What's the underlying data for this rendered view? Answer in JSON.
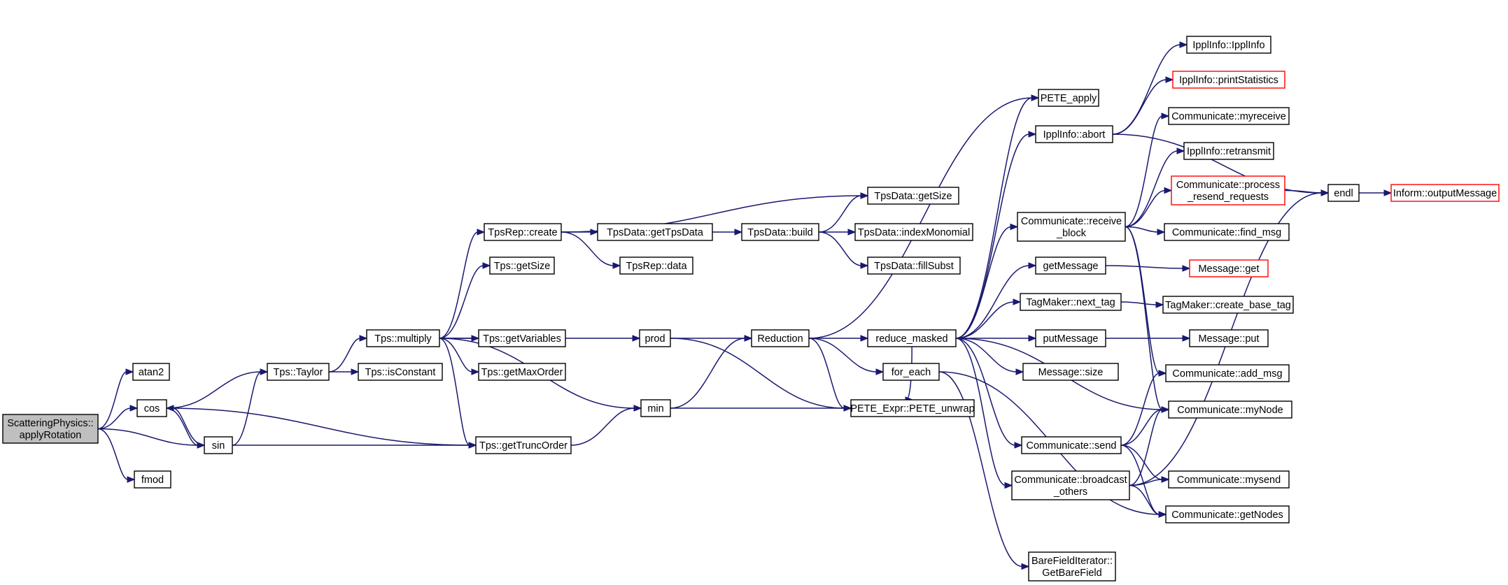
{
  "colors": {
    "edge": "#191970",
    "node_border": "#000000",
    "node_fill": "#ffffff",
    "incomplete_border": "#ff0000",
    "root_fill": "#bfbfbf",
    "text": "#000000"
  },
  "nodes": [
    {
      "id": "root",
      "lines": [
        "ScatteringPhysics::",
        "applyRotation"
      ],
      "style": "root"
    },
    {
      "id": "atan2",
      "lines": [
        "atan2"
      ]
    },
    {
      "id": "cos",
      "lines": [
        "cos"
      ]
    },
    {
      "id": "sin",
      "lines": [
        "sin"
      ]
    },
    {
      "id": "fmod",
      "lines": [
        "fmod"
      ]
    },
    {
      "id": "taylor",
      "lines": [
        "Tps::Taylor"
      ]
    },
    {
      "id": "isconst",
      "lines": [
        "Tps::isConstant"
      ]
    },
    {
      "id": "multiply",
      "lines": [
        "Tps::multiply"
      ]
    },
    {
      "id": "trunc",
      "lines": [
        "Tps::getTruncOrder"
      ]
    },
    {
      "id": "tpsrepcreate",
      "lines": [
        "TpsRep::create"
      ]
    },
    {
      "id": "getsize",
      "lines": [
        "Tps::getSize"
      ]
    },
    {
      "id": "getvars",
      "lines": [
        "Tps::getVariables"
      ]
    },
    {
      "id": "getmax",
      "lines": [
        "Tps::getMaxOrder"
      ]
    },
    {
      "id": "prod",
      "lines": [
        "prod"
      ]
    },
    {
      "id": "min",
      "lines": [
        "min"
      ]
    },
    {
      "id": "gettpsdata",
      "lines": [
        "TpsData::getTpsData"
      ]
    },
    {
      "id": "tpsrepdata",
      "lines": [
        "TpsRep::data"
      ]
    },
    {
      "id": "build",
      "lines": [
        "TpsData::build"
      ]
    },
    {
      "id": "tdgetsize",
      "lines": [
        "TpsData::getSize"
      ]
    },
    {
      "id": "indexmono",
      "lines": [
        "TpsData::indexMonomial"
      ]
    },
    {
      "id": "fillsubst",
      "lines": [
        "TpsData::fillSubst"
      ]
    },
    {
      "id": "reduction",
      "lines": [
        "Reduction"
      ]
    },
    {
      "id": "unwrap",
      "lines": [
        "PETE_Expr::PETE_unwrap"
      ]
    },
    {
      "id": "redmasked",
      "lines": [
        "reduce_masked"
      ]
    },
    {
      "id": "foreach",
      "lines": [
        "for_each"
      ]
    },
    {
      "id": "peteapply",
      "lines": [
        "PETE_apply"
      ]
    },
    {
      "id": "abort",
      "lines": [
        "IpplInfo::abort"
      ]
    },
    {
      "id": "recvblock",
      "lines": [
        "Communicate::receive",
        "_block"
      ]
    },
    {
      "id": "getmessage",
      "lines": [
        "getMessage"
      ]
    },
    {
      "id": "nexttag",
      "lines": [
        "TagMaker::next_tag"
      ]
    },
    {
      "id": "putmessage",
      "lines": [
        "putMessage"
      ]
    },
    {
      "id": "msgsize",
      "lines": [
        "Message::size"
      ]
    },
    {
      "id": "send",
      "lines": [
        "Communicate::send"
      ]
    },
    {
      "id": "bcast",
      "lines": [
        "Communicate::broadcast",
        "_others"
      ]
    },
    {
      "id": "bfi",
      "lines": [
        "BareFieldIterator::",
        "GetBareField"
      ]
    },
    {
      "id": "ipplinfo",
      "lines": [
        "IpplInfo::IpplInfo"
      ]
    },
    {
      "id": "printstats",
      "lines": [
        "IpplInfo::printStatistics"
      ],
      "style": "incomplete"
    },
    {
      "id": "myreceive",
      "lines": [
        "Communicate::myreceive"
      ]
    },
    {
      "id": "retransmit",
      "lines": [
        "IpplInfo::retransmit"
      ]
    },
    {
      "id": "processresend",
      "lines": [
        "Communicate::process",
        "_resend_requests"
      ],
      "style": "incomplete"
    },
    {
      "id": "findmsg",
      "lines": [
        "Communicate::find_msg"
      ]
    },
    {
      "id": "msgget",
      "lines": [
        "Message::get"
      ],
      "style": "incomplete"
    },
    {
      "id": "createbasetag",
      "lines": [
        "TagMaker::create_base_tag"
      ]
    },
    {
      "id": "msgput",
      "lines": [
        "Message::put"
      ]
    },
    {
      "id": "addmsg",
      "lines": [
        "Communicate::add_msg"
      ]
    },
    {
      "id": "mynode",
      "lines": [
        "Communicate::myNode"
      ]
    },
    {
      "id": "mysend",
      "lines": [
        "Communicate::mysend"
      ]
    },
    {
      "id": "getnodes",
      "lines": [
        "Communicate::getNodes"
      ]
    },
    {
      "id": "endl",
      "lines": [
        "endl"
      ]
    },
    {
      "id": "outputmsg",
      "lines": [
        "Inform::outputMessage"
      ],
      "style": "incomplete"
    }
  ],
  "edges": [
    [
      "root",
      "atan2"
    ],
    [
      "root",
      "cos"
    ],
    [
      "root",
      "sin"
    ],
    [
      "root",
      "fmod"
    ],
    [
      "cos",
      "taylor"
    ],
    [
      "cos",
      "sin"
    ],
    [
      "cos",
      "trunc"
    ],
    [
      "sin",
      "cos"
    ],
    [
      "sin",
      "taylor"
    ],
    [
      "sin",
      "trunc"
    ],
    [
      "taylor",
      "isconst"
    ],
    [
      "taylor",
      "multiply"
    ],
    [
      "multiply",
      "tpsrepcreate"
    ],
    [
      "multiply",
      "getsize"
    ],
    [
      "multiply",
      "getvars"
    ],
    [
      "multiply",
      "getmax"
    ],
    [
      "multiply",
      "trunc"
    ],
    [
      "multiply",
      "prod"
    ],
    [
      "multiply",
      "min"
    ],
    [
      "trunc",
      "min"
    ],
    [
      "tpsrepcreate",
      "gettpsdata"
    ],
    [
      "tpsrepcreate",
      "tpsrepdata"
    ],
    [
      "tpsrepcreate",
      "tdgetsize"
    ],
    [
      "gettpsdata",
      "build"
    ],
    [
      "build",
      "tdgetsize"
    ],
    [
      "build",
      "indexmono"
    ],
    [
      "build",
      "fillsubst"
    ],
    [
      "prod",
      "reduction"
    ],
    [
      "prod",
      "unwrap"
    ],
    [
      "min",
      "reduction"
    ],
    [
      "min",
      "unwrap"
    ],
    [
      "reduction",
      "peteapply"
    ],
    [
      "reduction",
      "redmasked"
    ],
    [
      "reduction",
      "foreach"
    ],
    [
      "reduction",
      "unwrap"
    ],
    [
      "redmasked",
      "peteapply"
    ],
    [
      "redmasked",
      "abort"
    ],
    [
      "redmasked",
      "recvblock"
    ],
    [
      "redmasked",
      "getmessage"
    ],
    [
      "redmasked",
      "nexttag"
    ],
    [
      "redmasked",
      "putmessage"
    ],
    [
      "redmasked",
      "msgsize"
    ],
    [
      "redmasked",
      "mynode"
    ],
    [
      "redmasked",
      "send"
    ],
    [
      "redmasked",
      "bcast"
    ],
    [
      "redmasked",
      "unwrap"
    ],
    [
      "foreach",
      "bfi"
    ],
    [
      "foreach",
      "getnodes"
    ],
    [
      "abort",
      "ipplinfo"
    ],
    [
      "abort",
      "printstats"
    ],
    [
      "abort",
      "endl"
    ],
    [
      "recvblock",
      "myreceive"
    ],
    [
      "recvblock",
      "retransmit"
    ],
    [
      "recvblock",
      "processresend"
    ],
    [
      "recvblock",
      "findmsg"
    ],
    [
      "recvblock",
      "addmsg"
    ],
    [
      "recvblock",
      "mynode"
    ],
    [
      "getmessage",
      "msgget"
    ],
    [
      "nexttag",
      "createbasetag"
    ],
    [
      "putmessage",
      "msgput"
    ],
    [
      "send",
      "addmsg"
    ],
    [
      "send",
      "mynode"
    ],
    [
      "send",
      "mysend"
    ],
    [
      "send",
      "getnodes"
    ],
    [
      "bcast",
      "endl"
    ],
    [
      "bcast",
      "mynode"
    ],
    [
      "bcast",
      "mysend"
    ],
    [
      "bcast",
      "getnodes"
    ],
    [
      "processresend",
      "endl"
    ],
    [
      "endl",
      "outputmsg"
    ]
  ]
}
